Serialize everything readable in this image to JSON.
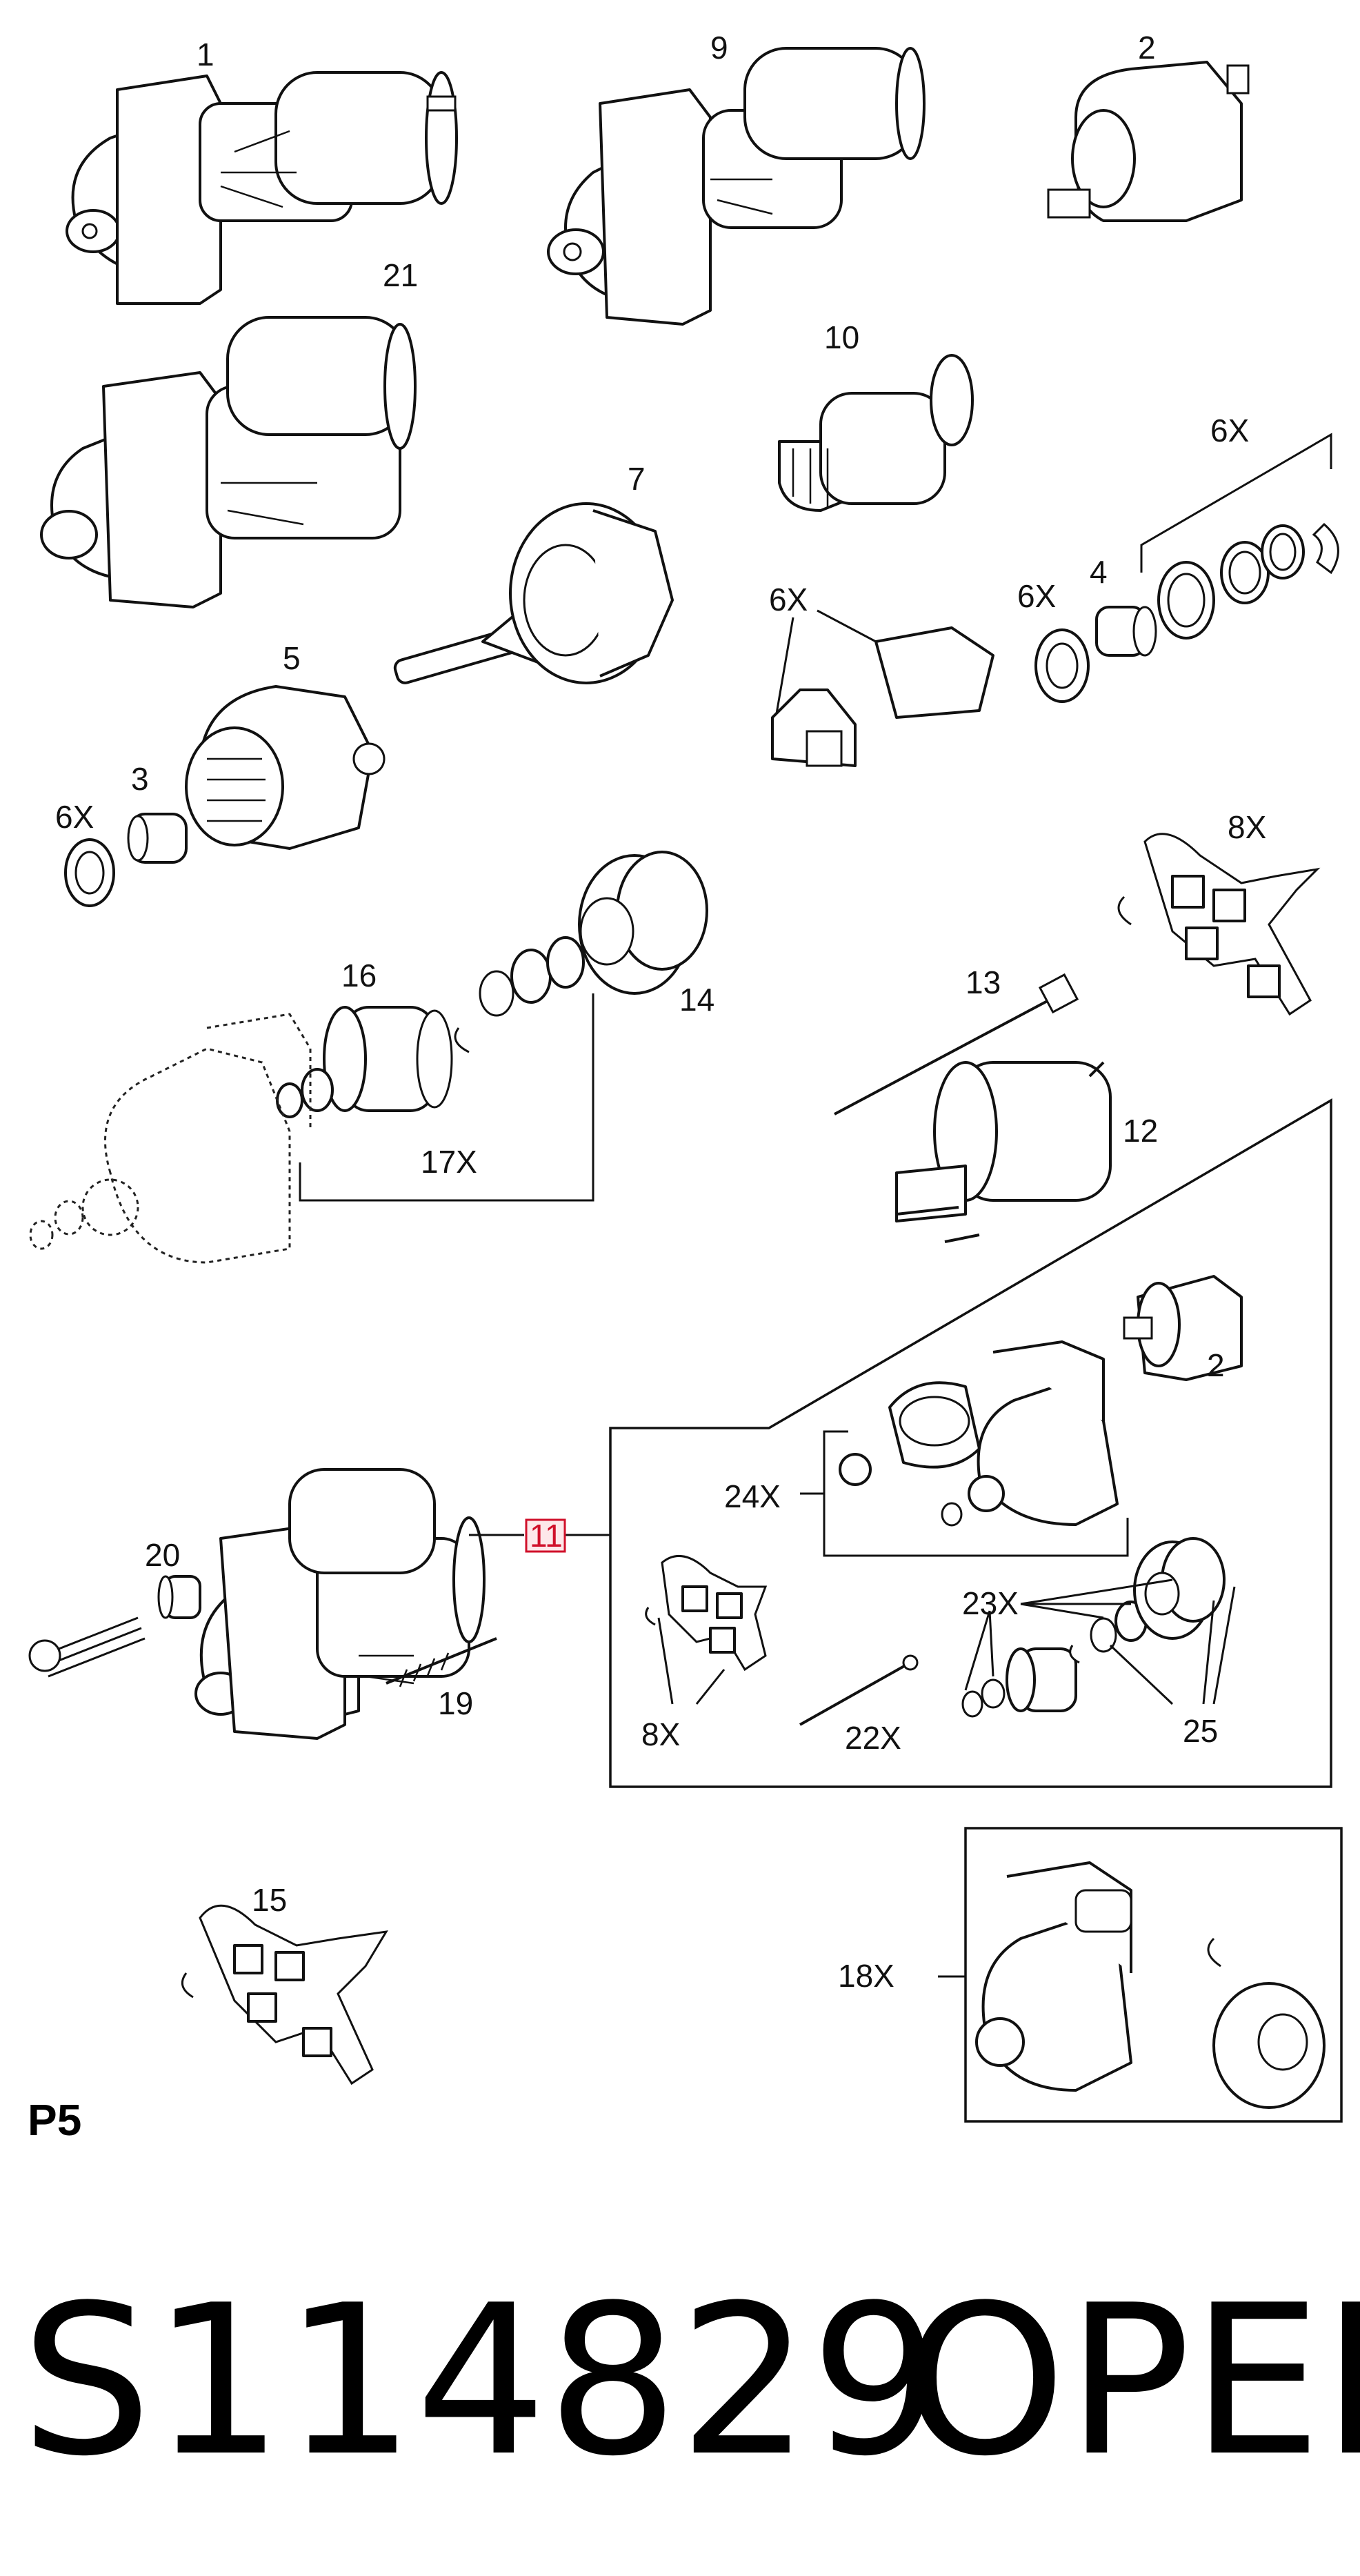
{
  "diagram": {
    "page_id": "P5",
    "part_number": "S114829",
    "brand": "OPEL",
    "callouts": {
      "c1": "1",
      "c9": "9",
      "c2_top": "2",
      "c21": "21",
      "c10": "10",
      "c6x_ring": "6X",
      "c7": "7",
      "c6x_clip": "6X",
      "c6x_bush": "6X",
      "c4": "4",
      "c5": "5",
      "c3": "3",
      "c6x_left": "6X",
      "c8x_top": "8X",
      "c16": "16",
      "c14": "14",
      "c17x": "17X",
      "c13": "13",
      "c12": "12",
      "c2_mid": "2",
      "c24x": "24X",
      "c20": "20",
      "c11": "11",
      "c19": "19",
      "c23x": "23X",
      "c8x_bottom": "8X",
      "c22x": "22X",
      "c25": "25",
      "c15": "15",
      "c18x": "18X"
    }
  }
}
